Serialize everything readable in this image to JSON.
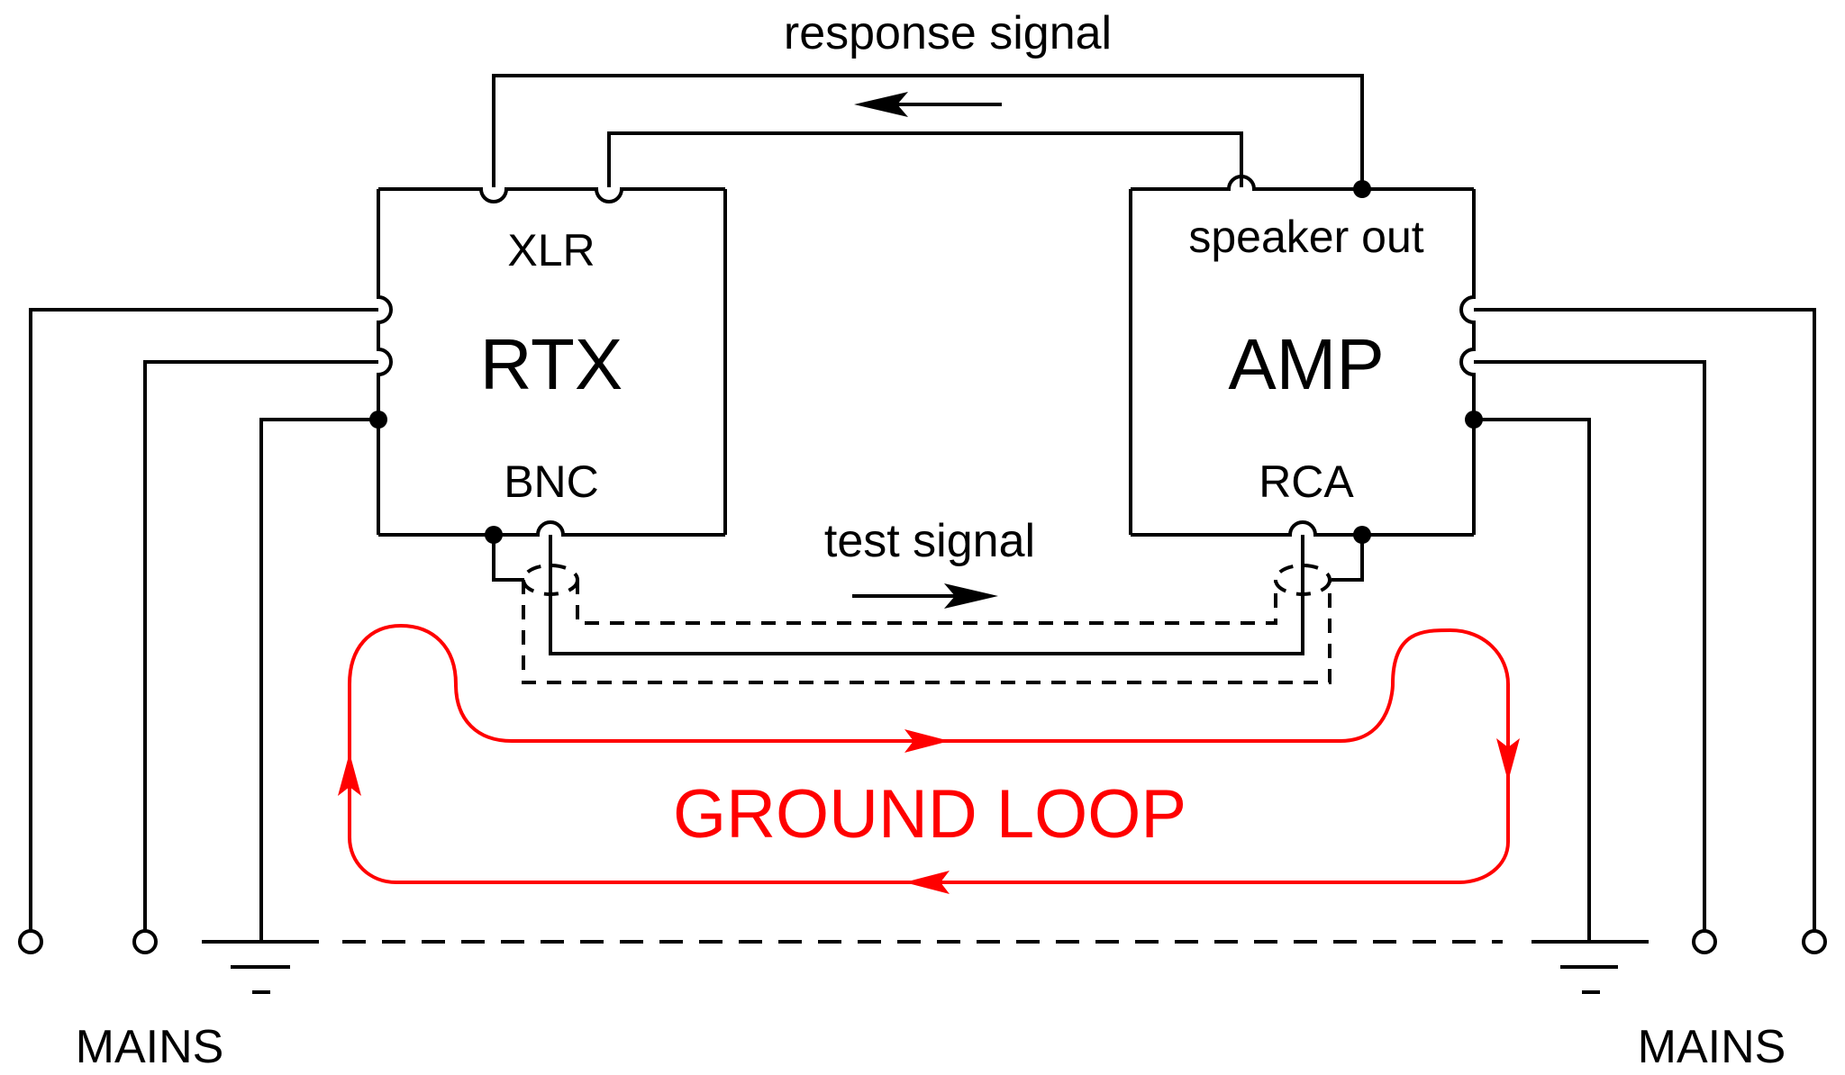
{
  "labels": {
    "response_signal": "response signal",
    "test_signal": "test signal",
    "xlr": "XLR",
    "rtx": "RTX",
    "bnc": "BNC",
    "speaker_out": "speaker out",
    "amp": "AMP",
    "rca": "RCA",
    "ground_loop": "GROUND LOOP",
    "mains_left": "MAINS",
    "mains_right": "MAINS"
  },
  "colors": {
    "wire": "#000000",
    "ground_loop": "#ff0000",
    "background": "#ffffff"
  }
}
